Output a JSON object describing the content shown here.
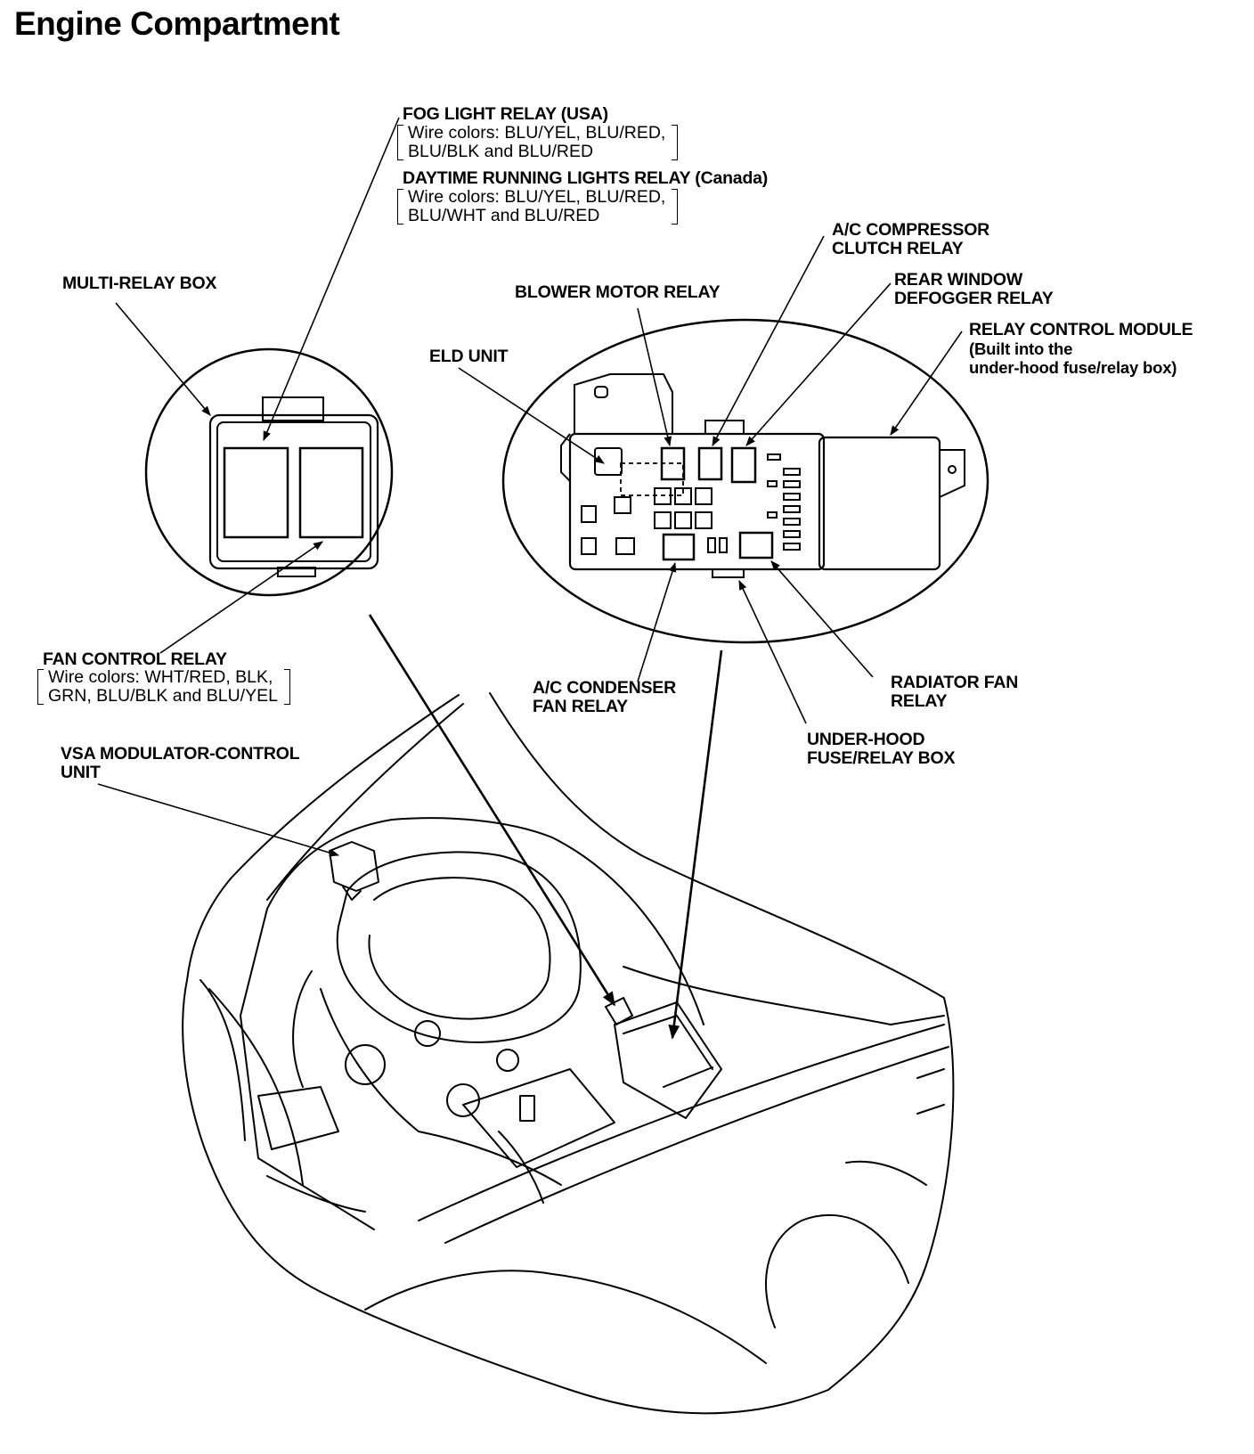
{
  "title": "Engine Compartment",
  "labels": {
    "fog_light_relay": "FOG LIGHT RELAY (USA)",
    "fog_wire_1": "Wire colors: BLU/YEL, BLU/RED,",
    "fog_wire_2": "BLU/BLK and BLU/RED",
    "drl_relay": "DAYTIME RUNNING LIGHTS RELAY (Canada)",
    "drl_wire_1": "Wire colors: BLU/YEL, BLU/RED,",
    "drl_wire_2": "BLU/WHT and BLU/RED",
    "multi_relay_box": "MULTI-RELAY BOX",
    "blower_motor_relay": "BLOWER MOTOR RELAY",
    "ac_compressor_1": "A/C COMPRESSOR",
    "ac_compressor_2": "CLUTCH RELAY",
    "rear_defogger_1": "REAR WINDOW",
    "rear_defogger_2": "DEFOGGER RELAY",
    "relay_control_module": "RELAY CONTROL MODULE",
    "rcm_sub_1": "(Built into the",
    "rcm_sub_2": "under-hood fuse/relay box)",
    "eld_unit": "ELD UNIT",
    "fan_control_relay": "FAN CONTROL RELAY",
    "fan_wire_1": "Wire colors: WHT/RED, BLK,",
    "fan_wire_2": "GRN, BLU/BLK and BLU/YEL",
    "ac_condenser_1": "A/C CONDENSER",
    "ac_condenser_2": "FAN RELAY",
    "radiator_fan_1": "RADIATOR FAN",
    "radiator_fan_2": "RELAY",
    "underhood_1": "UNDER-HOOD",
    "underhood_2": "FUSE/RELAY BOX",
    "vsa_1": "VSA MODULATOR-CONTROL",
    "vsa_2": "UNIT"
  }
}
